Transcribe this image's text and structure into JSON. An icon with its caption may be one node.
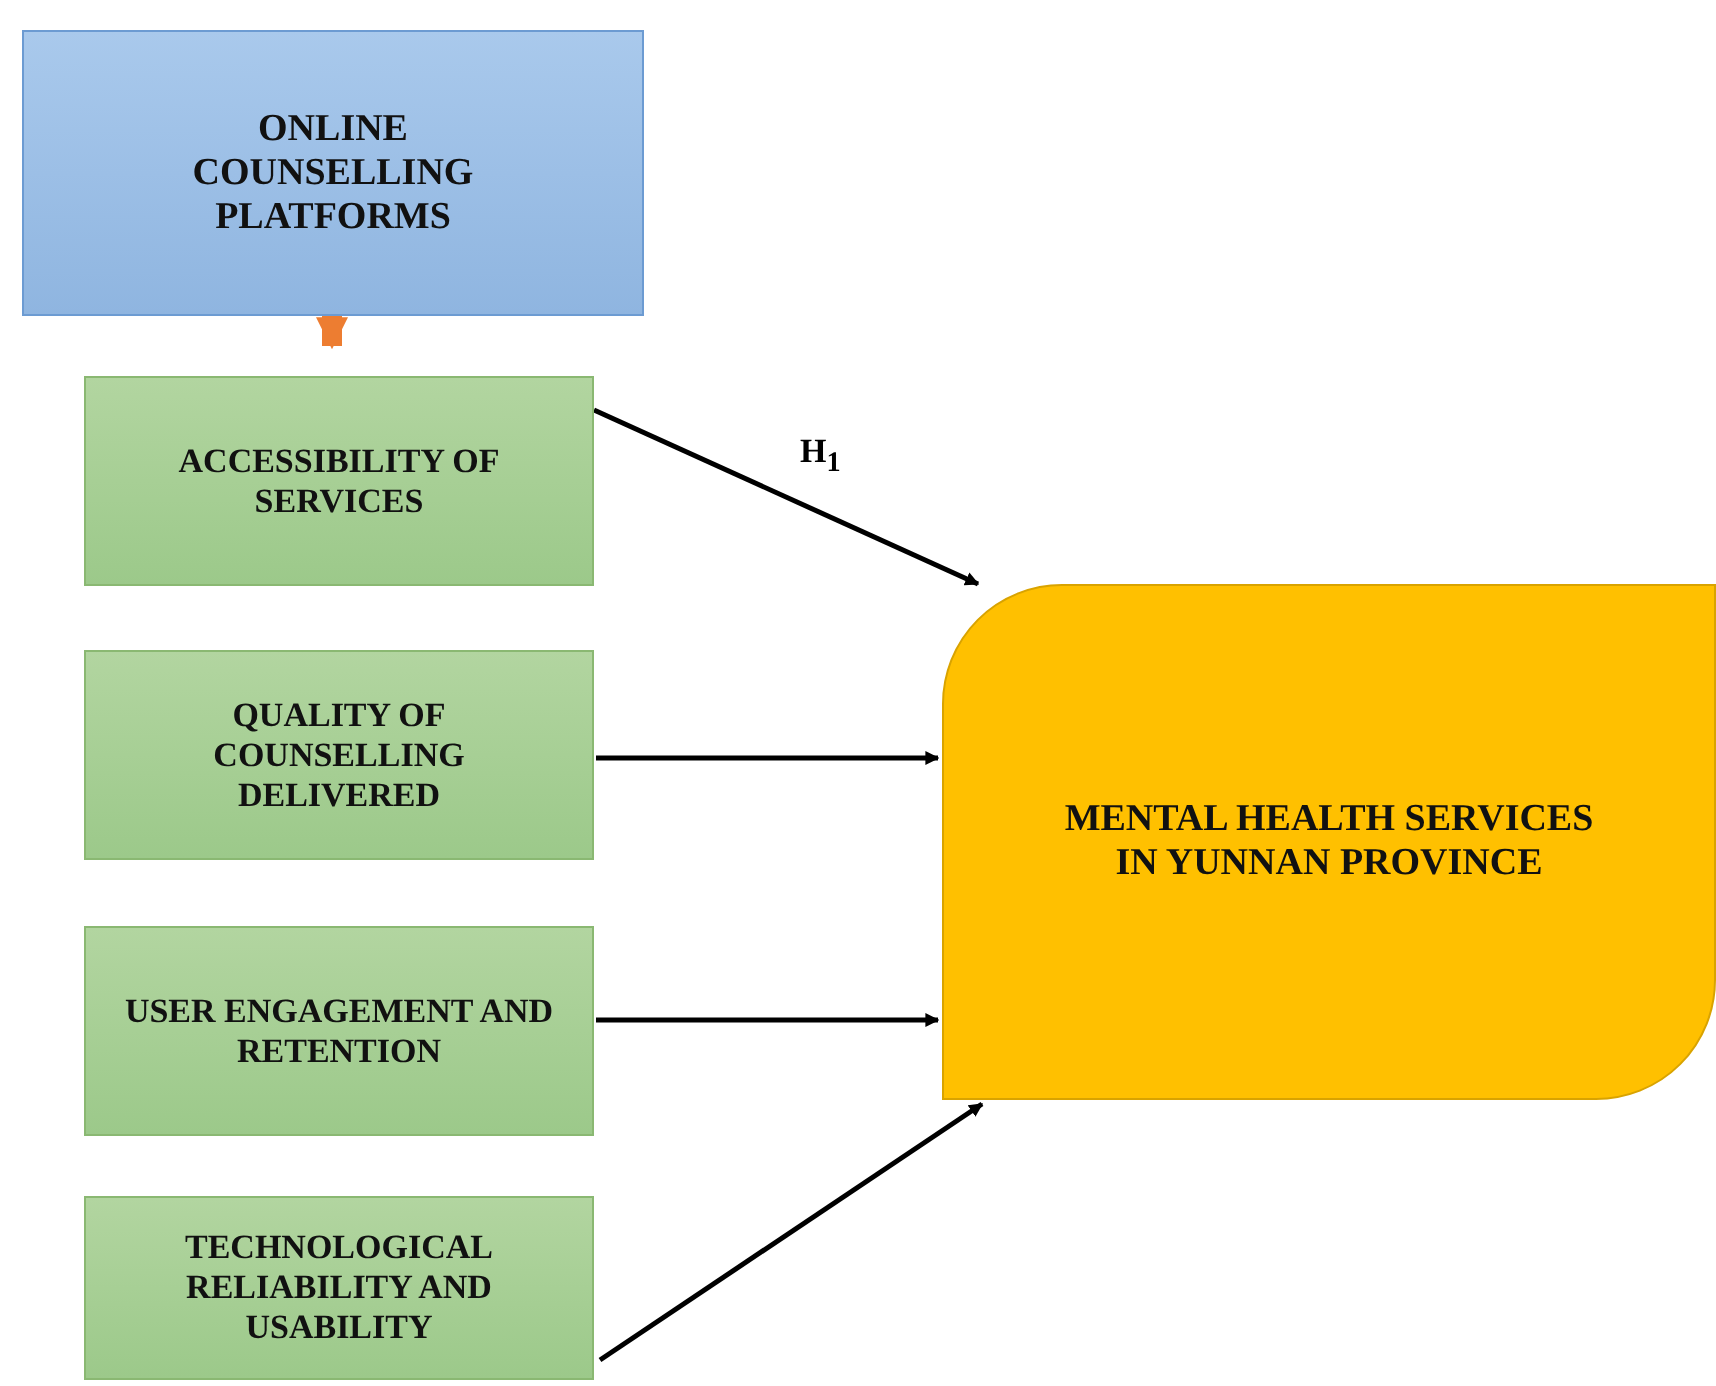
{
  "diagram": {
    "nodes": [
      {
        "text": [
          "ONLINE COUNSELLING PLATFORMS"
        ]
      },
      {
        "text": [
          "ACCESSIBILITY OF SERVICES"
        ]
      },
      {
        "text": [
          "QUALITY OF COUNSELLING DELIVERED"
        ]
      },
      {
        "text": [
          "USER ENGAGEMENT AND RETENTION"
        ]
      },
      {
        "text": [
          "TECHNOLOGICAL RELIABILITY AND USABILITY"
        ]
      },
      {
        "text": [
          "MENTAL HEALTH SERVICES IN YUNNAN PROVINCE"
        ]
      }
    ],
    "edges": [
      {
        "from": 0,
        "to": 1,
        "arrow": "to",
        "style": "thick",
        "color": "#ed7d31"
      },
      {
        "from": 1,
        "to": 5,
        "arrow": "to",
        "label": "H$_{1}$"
      },
      {
        "from": 2,
        "to": 5,
        "arrow": "to"
      },
      {
        "from": 3,
        "to": 5,
        "arrow": "to"
      },
      {
        "from": 4,
        "to": 5,
        "arrow": "to"
      }
    ]
  }
}
